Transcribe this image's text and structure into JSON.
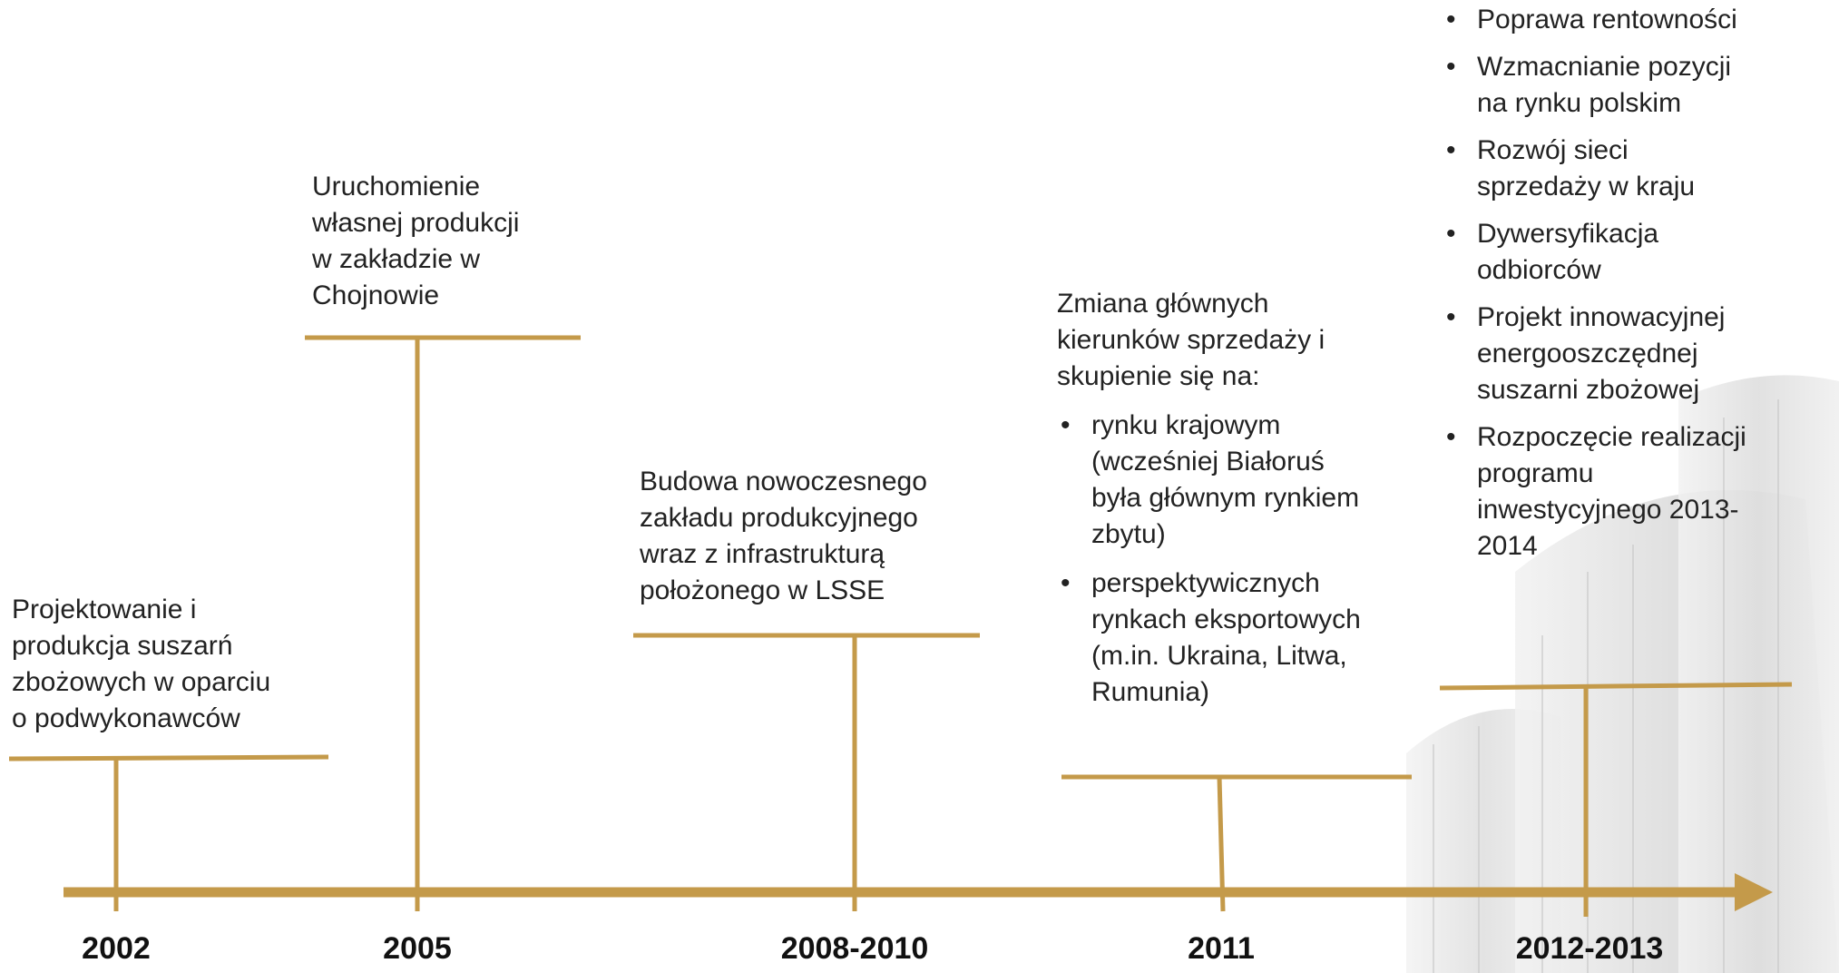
{
  "colors": {
    "accent": "#c49a4a",
    "text": "#222222",
    "year": "#111111"
  },
  "events": [
    {
      "year": "2002",
      "lines": [
        "Projektowanie i",
        "produkcja suszarń",
        "zbożowych w oparciu",
        "o podwykonawców"
      ]
    },
    {
      "year": "2005",
      "lines": [
        "Uruchomienie",
        "własnej produkcji",
        "w zakładzie w",
        "Chojnowie"
      ]
    },
    {
      "year": "2008-2010",
      "lines": [
        "Budowa nowoczesnego",
        "zakładu produkcyjnego",
        "wraz z infrastrukturą",
        "położonego w LSSE"
      ]
    },
    {
      "year": "2011",
      "intro_lines": [
        "Zmiana głównych",
        "kierunków sprzedaży i",
        "skupienie się na:"
      ],
      "bullets": [
        [
          "rynku krajowym",
          "(wcześniej Białoruś",
          "była głównym rynkiem",
          "zbytu)"
        ],
        [
          "perspektywicznych",
          "rynkach eksportowych",
          "(m.in. Ukraina, Litwa,",
          "Rumunia)"
        ]
      ]
    },
    {
      "year": "2012-2013",
      "bullets": [
        [
          "Poprawa rentowności"
        ],
        [
          "Wzmacnianie pozycji",
          "na rynku polskim"
        ],
        [
          "Rozwój sieci",
          "sprzedaży w kraju"
        ],
        [
          "Dywersyfikacja",
          "odbiorców"
        ],
        [
          "Projekt innowacyjnej",
          "energooszczędnej",
          "suszarni zbożowej"
        ],
        [
          "Rozpoczęcie realizacji",
          "programu",
          "inwestycyjnego 2013-",
          "2014"
        ]
      ]
    }
  ]
}
